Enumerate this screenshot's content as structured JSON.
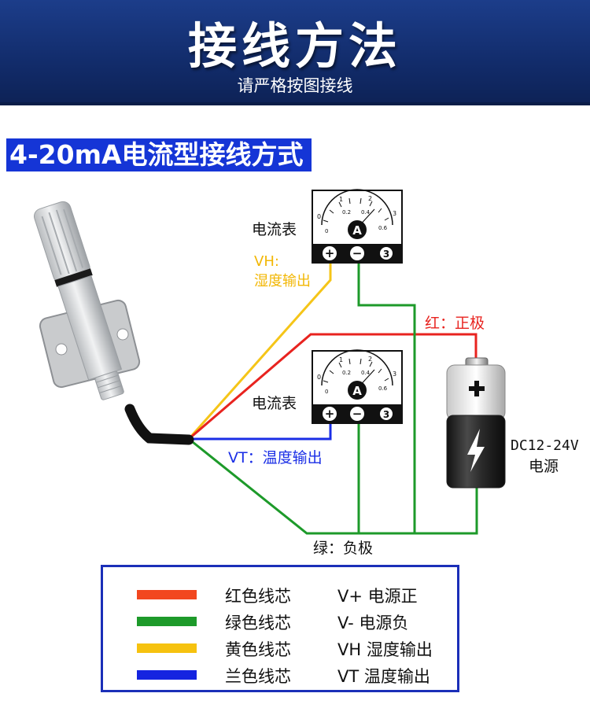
{
  "header": {
    "title": "接线方法",
    "subtitle": "请严格按图接线"
  },
  "section": {
    "title": "4-20mA电流型接线方式"
  },
  "meters": [
    {
      "label": "电流表",
      "symbol": "A",
      "scale_outer": [
        "0",
        "1",
        "2",
        "3"
      ],
      "scale_inner": [
        "0",
        "0.2",
        "0.4",
        "0.6"
      ],
      "terminals": [
        "+",
        "−",
        "3"
      ]
    },
    {
      "label": "电流表",
      "symbol": "A",
      "scale_outer": [
        "0",
        "1",
        "2",
        "3"
      ],
      "scale_inner": [
        "0",
        "0.2",
        "0.4",
        "0.6"
      ],
      "terminals": [
        "+",
        "−",
        "3"
      ]
    }
  ],
  "labels": {
    "vh_line1": "VH:",
    "vh_line2": "湿度输出",
    "red_positive": "红：正极",
    "vt": "VT：温度输出",
    "green_negative": "绿：负极",
    "power_line1": "DC12-24V",
    "power_line2": "电源"
  },
  "colors": {
    "header_bg": "#142f72",
    "section_bg": "#1535d6",
    "red": "#e8231f",
    "green": "#1d9a2a",
    "yellow": "#f5c518",
    "blue": "#1a2ee6",
    "legend_border": "#1b2fb8"
  },
  "legend": [
    {
      "color": "#f2471f",
      "name": "红色线芯",
      "desc": "V+ 电源正"
    },
    {
      "color": "#1d9a2a",
      "name": "绿色线芯",
      "desc": "V- 电源负"
    },
    {
      "color": "#f6c20f",
      "name": "黄色线芯",
      "desc": "VH 湿度输出"
    },
    {
      "color": "#1524e0",
      "name": "兰色线芯",
      "desc": "VT 温度输出"
    }
  ],
  "icons": [
    "sensor-probe-icon",
    "ammeter-icon",
    "battery-icon",
    "lightning-icon",
    "plus-icon",
    "minus-icon"
  ]
}
